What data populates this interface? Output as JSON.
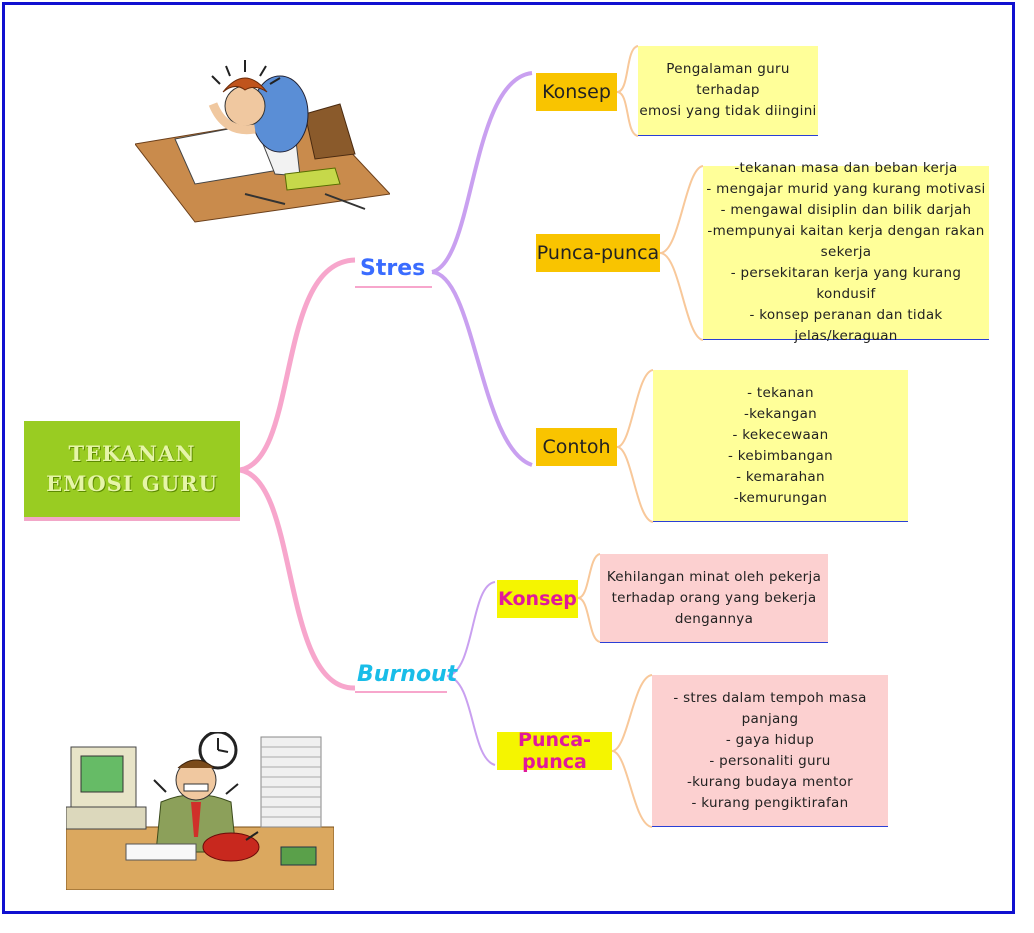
{
  "root": {
    "line1": "TEKANAN",
    "line2": "EMOSI GURU"
  },
  "branches": {
    "stres": {
      "label": "Stres",
      "konsep": {
        "label": "Konsep",
        "note": [
          "Pengalaman guru terhadap",
          "emosi yang tidak diingini"
        ]
      },
      "punca": {
        "label": "Punca-punca",
        "note": [
          "-tekanan masa dan beban kerja",
          "- mengajar murid yang kurang motivasi",
          "- mengawal disiplin dan bilik darjah",
          "-mempunyai kaitan kerja dengan rakan",
          "sekerja",
          "- persekitaran kerja yang kurang kondusif",
          "- konsep peranan dan tidak jelas/keraguan"
        ]
      },
      "contoh": {
        "label": "Contoh",
        "note": [
          "- tekanan",
          "-kekangan",
          "- kekecewaan",
          "- kebimbangan",
          "- kemarahan",
          "-kemurungan"
        ]
      }
    },
    "burnout": {
      "label": "Burnout",
      "konsep": {
        "label": "Konsep",
        "note": [
          "Kehilangan minat oleh pekerja",
          "terhadap orang yang bekerja",
          "dengannya"
        ]
      },
      "punca": {
        "label": "Punca-punca",
        "note": [
          "- stres dalam tempoh masa panjang",
          "- gaya hidup",
          "- personaliti guru",
          "-kurang budaya mentor",
          "- kurang pengiktirafan"
        ]
      }
    }
  },
  "colors": {
    "frame": "#1010d0",
    "root_bg": "#99cc22",
    "pink_link": "#f7a6cc",
    "purple_link": "#c9a0f0",
    "orange_link": "#f8c89a",
    "stres_text": "#3a6cff",
    "burnout_text": "#19bde8",
    "label_orange": "#f9c400",
    "label_yellow": "#f5f500",
    "note_yellow": "#ffff99",
    "note_pink": "#fcd0d0"
  },
  "clipart": {
    "top": "stressed-teacher-at-desk-clipart",
    "bottom": "overwhelmed-worker-clipart"
  }
}
